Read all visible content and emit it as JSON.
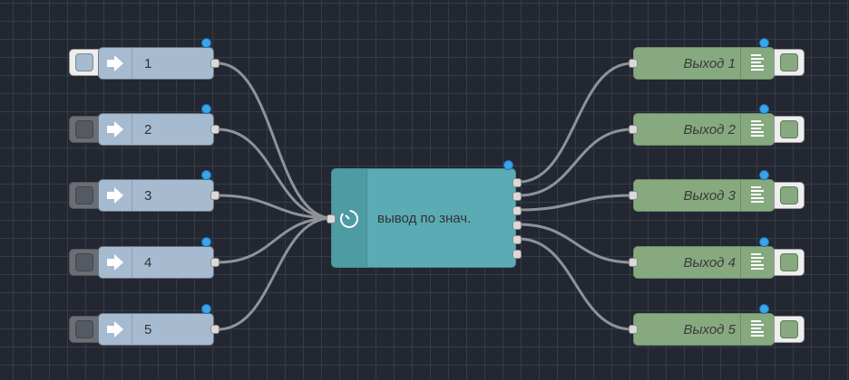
{
  "flow": {
    "inject_nodes": [
      {
        "label": "1",
        "active": true
      },
      {
        "label": "2",
        "active": false
      },
      {
        "label": "3",
        "active": false
      },
      {
        "label": "4",
        "active": false
      },
      {
        "label": "5",
        "active": false
      }
    ],
    "switch_node": {
      "label": "вывод по знач.",
      "outputs": 6,
      "icon": "timer-icon"
    },
    "debug_nodes": [
      {
        "label": "Выход 1"
      },
      {
        "label": "Выход 2"
      },
      {
        "label": "Выход 3"
      },
      {
        "label": "Выход 4"
      },
      {
        "label": "Выход 5"
      }
    ],
    "colors": {
      "canvas": "#222731",
      "inject": "#a6bbcf",
      "switch": "#5aabb3",
      "debug": "#87a980",
      "wire": "#8f9399",
      "status": "#3aa4ec"
    }
  }
}
